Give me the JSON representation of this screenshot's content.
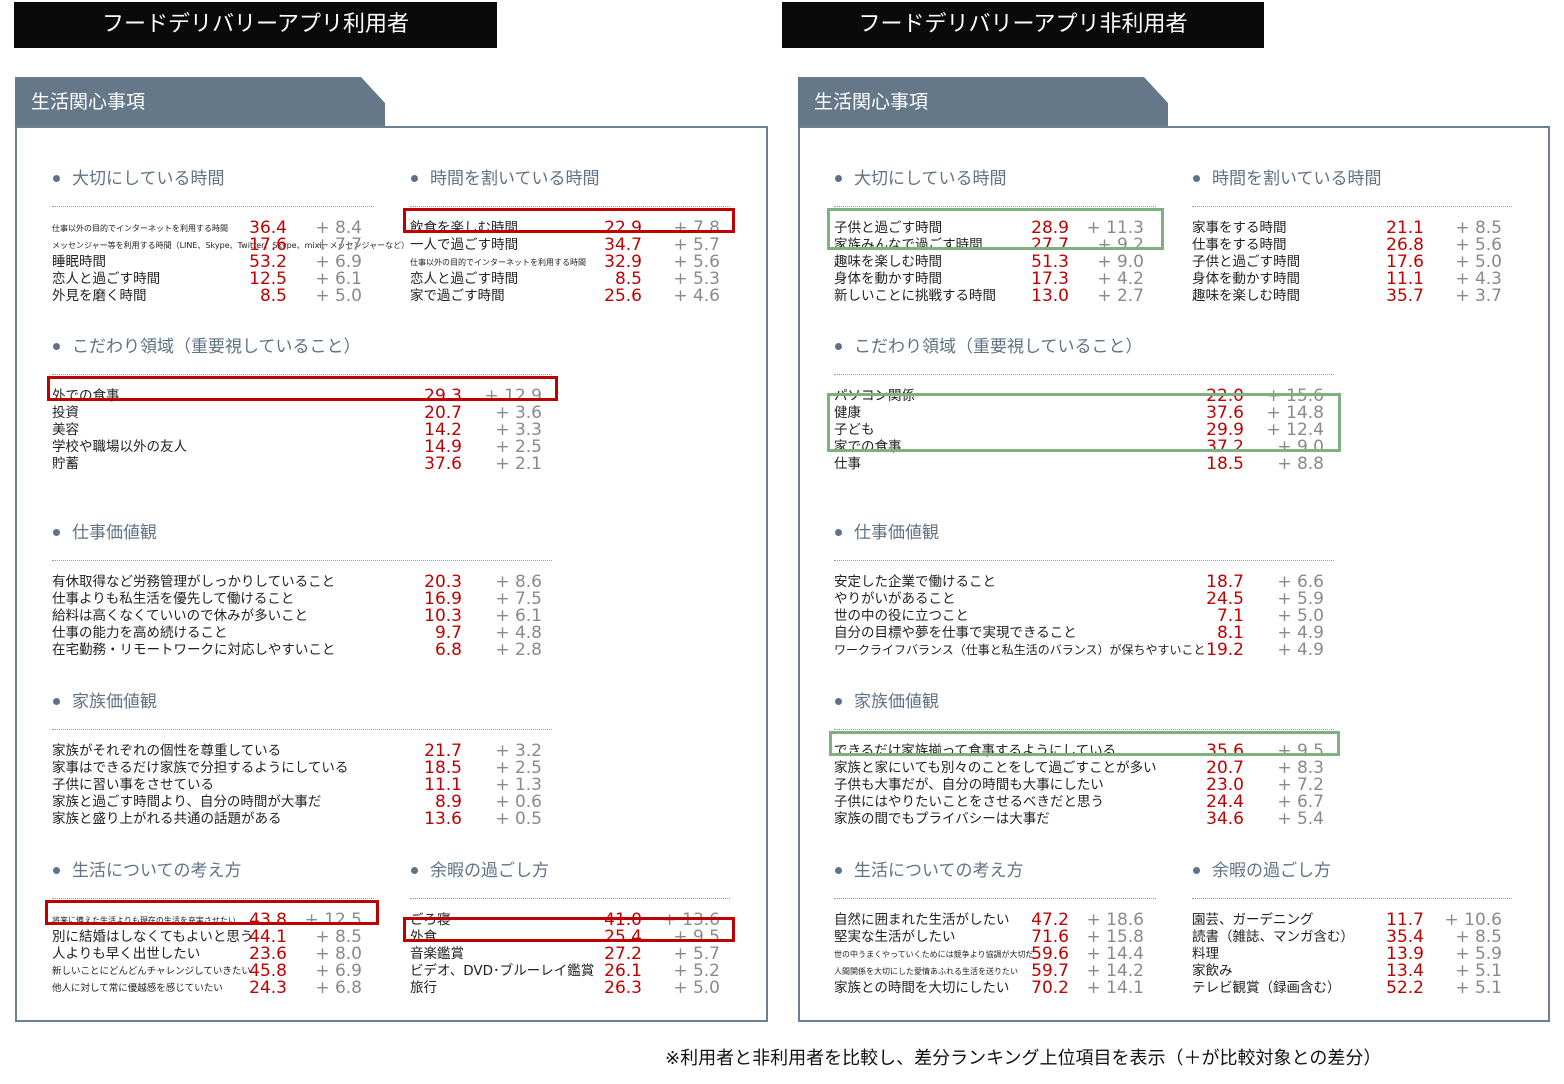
{
  "left": {
    "header": "フードデリバリーアプリ利用者",
    "tab": "生活関心事項",
    "sections": [
      {
        "title": "大切にしている時間",
        "rows": [
          {
            "label": "仕事以外の目的でインターネットを利用する時間",
            "value": "36.4",
            "diff": "+ 8.4",
            "size": "tiny"
          },
          {
            "label": "メッセンジャー等を利用する時間（LINE、Skype、Twitter、Skype、mixi、メッセンジャーなど）",
            "value": "17.6",
            "diff": "+ 7.7",
            "size": "tiny"
          },
          {
            "label": "睡眠時間",
            "value": "53.2",
            "diff": "+ 6.9"
          },
          {
            "label": "恋人と過ごす時間",
            "value": "12.5",
            "diff": "+ 6.1"
          },
          {
            "label": "外見を磨く時間",
            "value": "8.5",
            "diff": "+ 5.0"
          }
        ]
      },
      {
        "title": "時間を割いている時間",
        "rows": [
          {
            "label": "飲食を楽しむ時間",
            "value": "22.9",
            "diff": "+ 7.8"
          },
          {
            "label": "一人で過ごす時間",
            "value": "34.7",
            "diff": "+ 5.7"
          },
          {
            "label": "仕事以外の目的でインターネットを利用する時間",
            "value": "32.9",
            "diff": "+ 5.6",
            "size": "tiny"
          },
          {
            "label": "恋人と過ごす時間",
            "value": "8.5",
            "diff": "+ 5.3"
          },
          {
            "label": "家で過ごす時間",
            "value": "25.6",
            "diff": "+ 4.6"
          }
        ]
      },
      {
        "title": "こだわり領域（重要視していること）",
        "rows": [
          {
            "label": "外での食事",
            "value": "29.3",
            "diff": "+ 12.9"
          },
          {
            "label": "投資",
            "value": "20.7",
            "diff": "+ 3.6"
          },
          {
            "label": "美容",
            "value": "14.2",
            "diff": "+ 3.3"
          },
          {
            "label": "学校や職場以外の友人",
            "value": "14.9",
            "diff": "+ 2.5"
          },
          {
            "label": "貯蓄",
            "value": "37.6",
            "diff": "+ 2.1"
          }
        ]
      },
      {
        "title": "仕事価値観",
        "rows": [
          {
            "label": "有休取得など労務管理がしっかりしていること",
            "value": "20.3",
            "diff": "+ 8.6"
          },
          {
            "label": "仕事よりも私生活を優先して働けること",
            "value": "16.9",
            "diff": "+ 7.5"
          },
          {
            "label": "給料は高くなくていいので休みが多いこと",
            "value": "10.3",
            "diff": "+ 6.1"
          },
          {
            "label": "仕事の能力を高め続けること",
            "value": "9.7",
            "diff": "+ 4.8"
          },
          {
            "label": "在宅勤務・リモートワークに対応しやすいこと",
            "value": "6.8",
            "diff": "+ 2.8"
          }
        ]
      },
      {
        "title": "家族価値観",
        "rows": [
          {
            "label": "家族がそれぞれの個性を尊重している",
            "value": "21.7",
            "diff": "+ 3.2"
          },
          {
            "label": "家事はできるだけ家族で分担するようにしている",
            "value": "18.5",
            "diff": "+ 2.5"
          },
          {
            "label": "子供に習い事をさせている",
            "value": "11.1",
            "diff": "+ 1.3"
          },
          {
            "label": "家族と過ごす時間より、自分の時間が大事だ",
            "value": "8.9",
            "diff": "+ 0.6"
          },
          {
            "label": "家族と盛り上がれる共通の話題がある",
            "value": "13.6",
            "diff": "+ 0.5"
          }
        ]
      },
      {
        "title": "生活についての考え方",
        "rows": [
          {
            "label": "将来に備えた生活よりも現在の生活を充実させたい",
            "value": "43.8",
            "diff": "+ 12.5",
            "size": "tiny"
          },
          {
            "label": "別に結婚はしなくてもよいと思う",
            "value": "44.1",
            "diff": "+ 8.5"
          },
          {
            "label": "人よりも早く出世したい",
            "value": "23.6",
            "diff": "+ 8.0"
          },
          {
            "label": "新しいことにどんどんチャレンジしていきたい",
            "value": "45.8",
            "diff": "+ 6.9",
            "size": "small"
          },
          {
            "label": "他人に対して常に優越感を感じていたい",
            "value": "24.3",
            "diff": "+ 6.8",
            "size": "small"
          }
        ]
      },
      {
        "title": "余暇の過ごし方",
        "rows": [
          {
            "label": "ごろ寝",
            "value": "41.0",
            "diff": "+ 13.6"
          },
          {
            "label": "外食",
            "value": "25.4",
            "diff": "+ 9.5"
          },
          {
            "label": "音楽鑑賞",
            "value": "27.2",
            "diff": "+ 5.7"
          },
          {
            "label": "ビデオ、DVD･ブルーレイ鑑賞",
            "value": "26.1",
            "diff": "+ 5.2"
          },
          {
            "label": "旅行",
            "value": "26.3",
            "diff": "+ 5.0"
          }
        ]
      }
    ]
  },
  "right": {
    "header": "フードデリバリーアプリ非利用者",
    "tab": "生活関心事項",
    "sections": [
      {
        "title": "大切にしている時間",
        "rows": [
          {
            "label": "子供と過ごす時間",
            "value": "28.9",
            "diff": "+ 11.3"
          },
          {
            "label": "家族みんなで過ごす時間",
            "value": "27.7",
            "diff": "+ 9.2"
          },
          {
            "label": "趣味を楽しむ時間",
            "value": "51.3",
            "diff": "+ 9.0"
          },
          {
            "label": "身体を動かす時間",
            "value": "17.3",
            "diff": "+ 4.2"
          },
          {
            "label": "新しいことに挑戦する時間",
            "value": "13.0",
            "diff": "+ 2.7"
          }
        ]
      },
      {
        "title": "時間を割いている時間",
        "rows": [
          {
            "label": "家事をする時間",
            "value": "21.1",
            "diff": "+ 8.5"
          },
          {
            "label": "仕事をする時間",
            "value": "26.8",
            "diff": "+ 5.6"
          },
          {
            "label": "子供と過ごす時間",
            "value": "17.6",
            "diff": "+ 5.0"
          },
          {
            "label": "身体を動かす時間",
            "value": "11.1",
            "diff": "+ 4.3"
          },
          {
            "label": "趣味を楽しむ時間",
            "value": "35.7",
            "diff": "+ 3.7"
          }
        ]
      },
      {
        "title": "こだわり領域（重要視していること）",
        "rows": [
          {
            "label": "パソコン関係",
            "value": "22.0",
            "diff": "+ 15.6"
          },
          {
            "label": "健康",
            "value": "37.6",
            "diff": "+ 14.8"
          },
          {
            "label": "子ども",
            "value": "29.9",
            "diff": "+ 12.4"
          },
          {
            "label": "家での食事",
            "value": "37.2",
            "diff": "+ 9.0"
          },
          {
            "label": "仕事",
            "value": "18.5",
            "diff": "+ 8.8"
          }
        ]
      },
      {
        "title": "仕事価値観",
        "rows": [
          {
            "label": "安定した企業で働けること",
            "value": "18.7",
            "diff": "+ 6.6"
          },
          {
            "label": "やりがいがあること",
            "value": "24.5",
            "diff": "+ 5.9"
          },
          {
            "label": "世の中の役に立つこと",
            "value": "7.1",
            "diff": "+ 5.0"
          },
          {
            "label": "自分の目標や夢を仕事で実現できること",
            "value": "8.1",
            "diff": "+ 4.9"
          },
          {
            "label": "ワークライフバランス（仕事と私生活のバランス）が保ちやすいこと",
            "value": "19.2",
            "diff": "+ 4.9",
            "size": "mid"
          }
        ]
      },
      {
        "title": "家族価値観",
        "rows": [
          {
            "label": "できるだけ家族揃って食事するようにしている",
            "value": "35.6",
            "diff": "+ 9.5"
          },
          {
            "label": "家族と家にいても別々のことをして過ごすことが多い",
            "value": "20.7",
            "diff": "+ 8.3"
          },
          {
            "label": "子供も大事だが、自分の時間も大事にしたい",
            "value": "23.0",
            "diff": "+ 7.2"
          },
          {
            "label": "子供にはやりたいことをさせるべきだと思う",
            "value": "24.4",
            "diff": "+ 6.7"
          },
          {
            "label": "家族の間でもプライバシーは大事だ",
            "value": "34.6",
            "diff": "+ 5.4"
          }
        ]
      },
      {
        "title": "生活についての考え方",
        "rows": [
          {
            "label": "自然に囲まれた生活がしたい",
            "value": "47.2",
            "diff": "+ 18.6"
          },
          {
            "label": "堅実な生活がしたい",
            "value": "71.6",
            "diff": "+ 15.8"
          },
          {
            "label": "世の中うまくやっていくためには競争より協調が大切だ",
            "value": "59.6",
            "diff": "+ 14.4",
            "size": "tiny"
          },
          {
            "label": "人間関係を大切にした愛情あふれる生活を送りたい",
            "value": "59.7",
            "diff": "+ 14.2",
            "size": "tiny"
          },
          {
            "label": "家族との時間を大切にしたい",
            "value": "70.2",
            "diff": "+ 14.1"
          }
        ]
      },
      {
        "title": "余暇の過ごし方",
        "rows": [
          {
            "label": "園芸、ガーデニング",
            "value": "11.7",
            "diff": "+ 10.6"
          },
          {
            "label": "読書（雑誌、マンガ含む）",
            "value": "35.4",
            "diff": "+ 8.5"
          },
          {
            "label": "料理",
            "value": "13.9",
            "diff": "+ 5.9"
          },
          {
            "label": "家飲み",
            "value": "13.4",
            "diff": "+ 5.1"
          },
          {
            "label": "テレビ観賞（録画含む）",
            "value": "52.2",
            "diff": "+ 5.1"
          }
        ]
      }
    ]
  },
  "footnote": "※利用者と非利用者を比較し、差分ランキング上位項目を表示（＋が比較対象との差分）"
}
